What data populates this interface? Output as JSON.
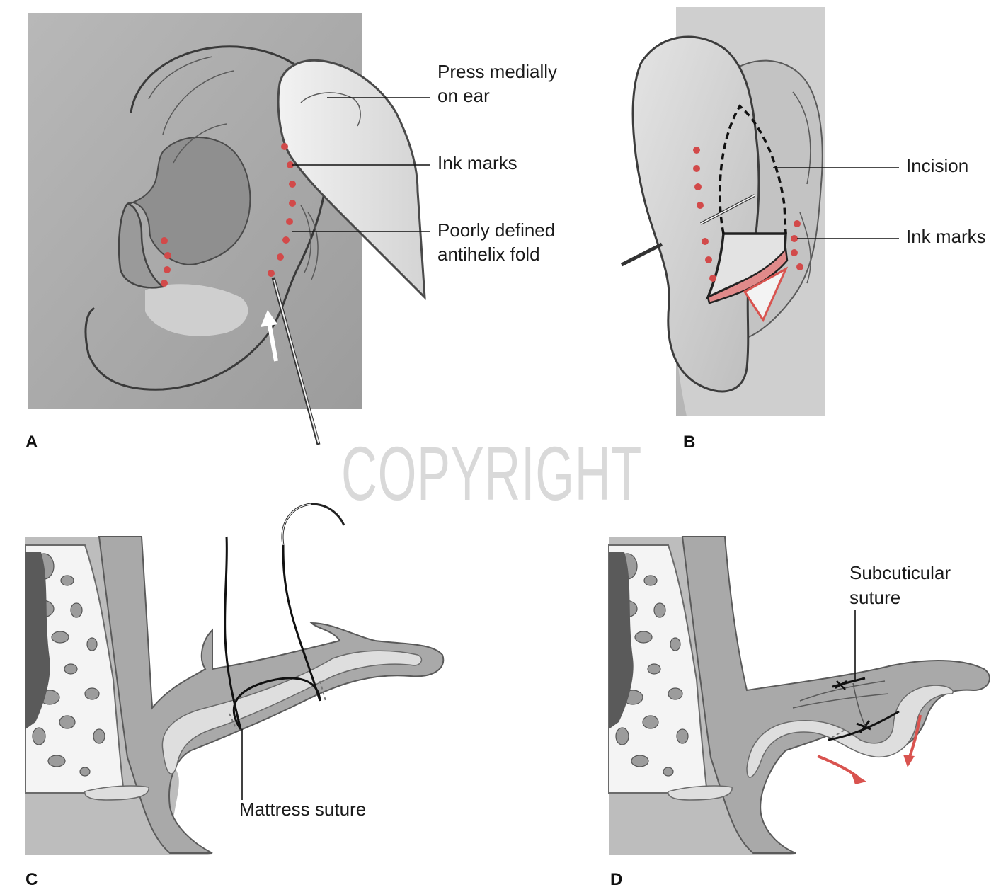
{
  "panels": {
    "a": {
      "letter": "A",
      "labels": {
        "press": [
          "Press medially",
          "on ear"
        ],
        "ink": [
          "Ink marks"
        ],
        "antihelix": [
          "Poorly defined",
          "antihelix fold"
        ]
      }
    },
    "b": {
      "letter": "B",
      "labels": {
        "incision": [
          "Incision"
        ],
        "ink": [
          "Ink marks"
        ]
      }
    },
    "c": {
      "letter": "C",
      "labels": {
        "mattress": [
          "Mattress suture"
        ]
      }
    },
    "d": {
      "letter": "D",
      "labels": {
        "subcuticular": [
          "Subcuticular",
          "suture"
        ]
      }
    }
  },
  "watermark": "COPYRIGHT",
  "colors": {
    "ink_marks": "#d24a4a",
    "arrows": "#d9534f",
    "background_gray": "#a7a7a7",
    "skin_gray": "#c9c9c9"
  }
}
